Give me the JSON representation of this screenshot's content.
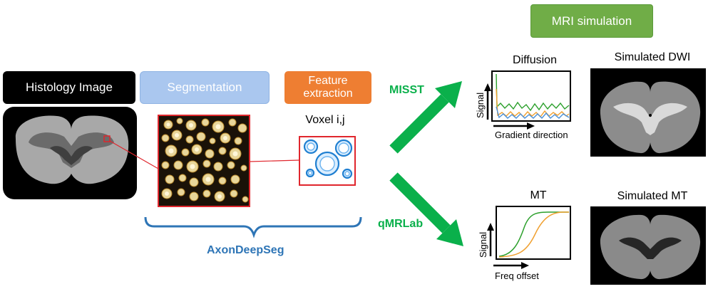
{
  "labels": {
    "histology": "Histology Image",
    "segmentation": "Segmentation",
    "feature_extraction": "Feature extraction",
    "mri_simulation": "MRI simulation",
    "voxel": "Voxel i,j",
    "misst": "MISST",
    "qmrlab": "qMRLab",
    "axondeepseg": "AxonDeepSeg",
    "diffusion_title": "Diffusion",
    "diffusion_y": "Signal",
    "diffusion_x": "Gradient direction",
    "mt_title": "MT",
    "mt_y": "Signal",
    "mt_x": "Freq offset",
    "sim_dwi": "Simulated DWI",
    "sim_mt": "Simulated MT"
  },
  "colors": {
    "histology_bg": "#000000",
    "segmentation_bg": "#aac7ef",
    "feature_bg": "#ee7e32",
    "mri_bg": "#70ad47",
    "arrow_green": "#0ab04b",
    "accent_red": "#e0262d",
    "brace_blue": "#2e75b6"
  }
}
